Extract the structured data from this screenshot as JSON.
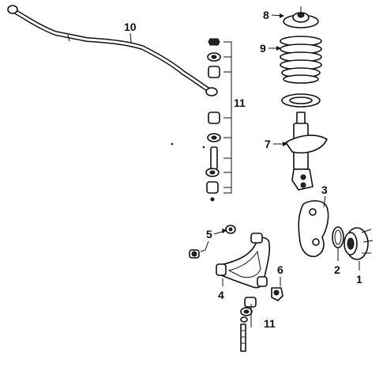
{
  "callouts": [
    {
      "id": "c1",
      "label": "1"
    },
    {
      "id": "c2",
      "label": "2"
    },
    {
      "id": "c3",
      "label": "3"
    },
    {
      "id": "c4",
      "label": "4"
    },
    {
      "id": "c5",
      "label": "5"
    },
    {
      "id": "c6",
      "label": "6"
    },
    {
      "id": "c7",
      "label": "7"
    },
    {
      "id": "c8",
      "label": "8"
    },
    {
      "id": "c9",
      "label": "9"
    },
    {
      "id": "c10",
      "label": "10"
    },
    {
      "id": "c11a",
      "label": "11"
    },
    {
      "id": "c11b",
      "label": "11"
    }
  ]
}
